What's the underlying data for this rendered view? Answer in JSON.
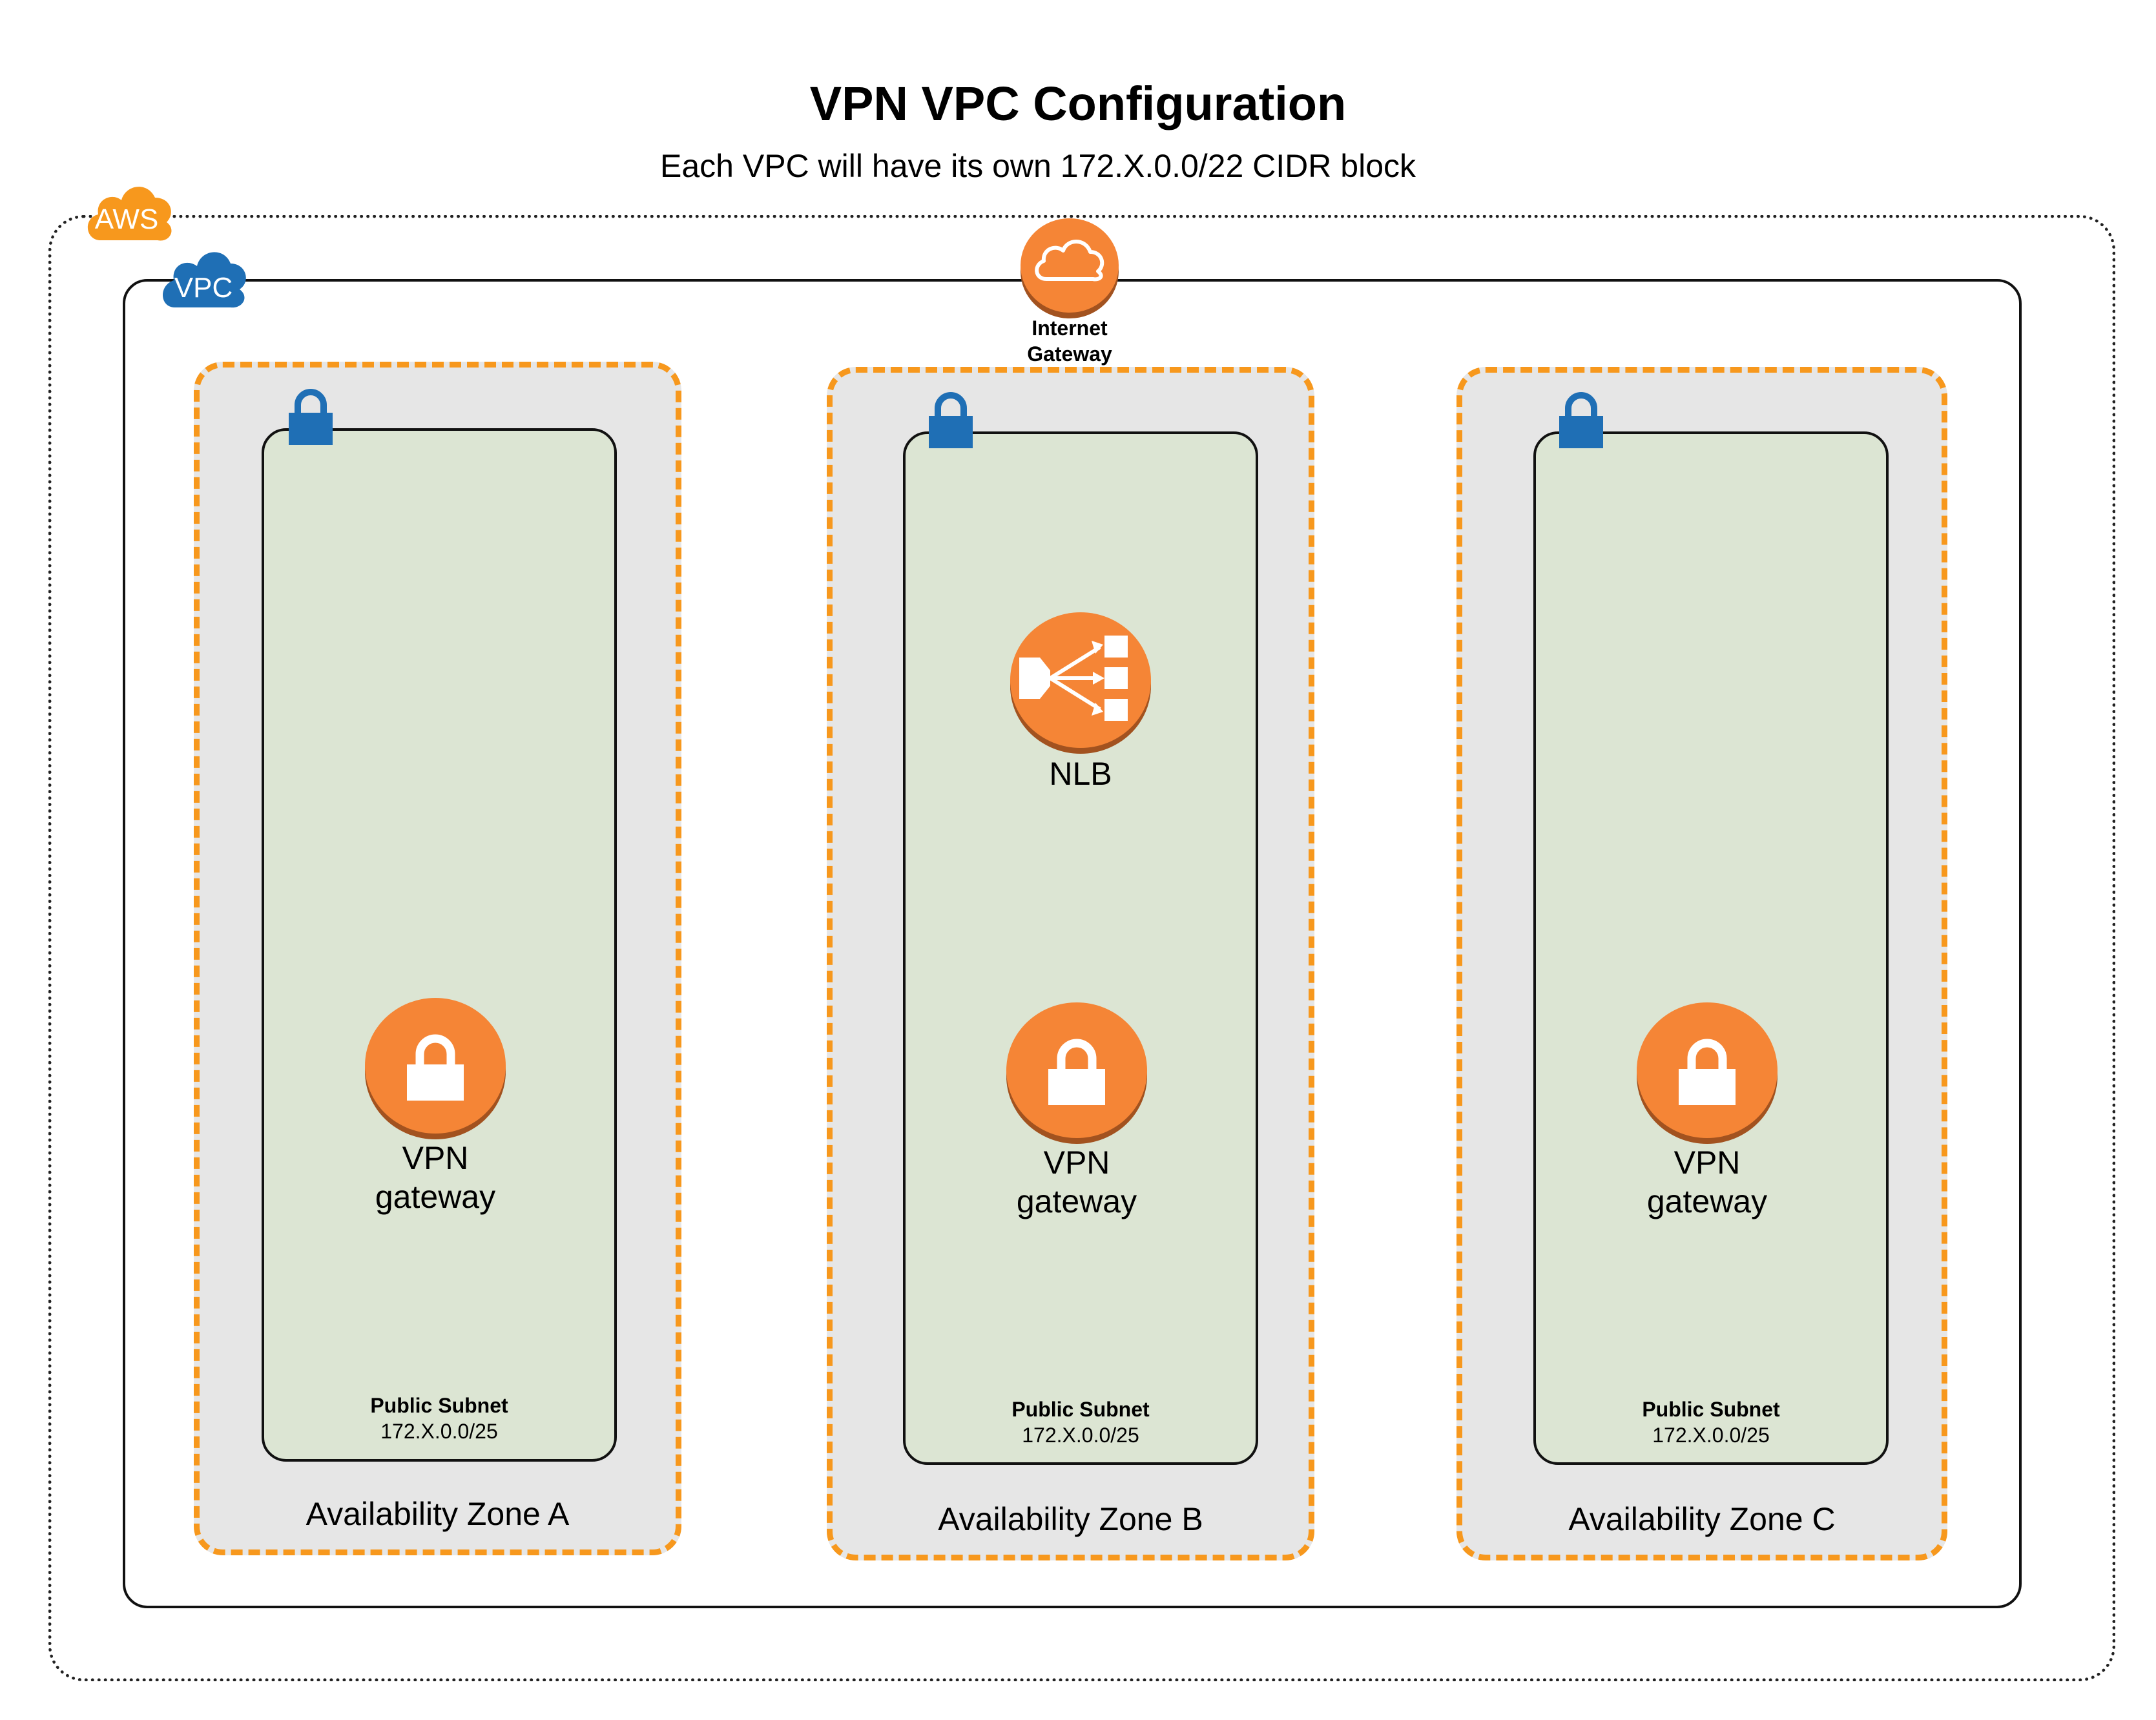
{
  "header": {
    "title": "VPN VPC Configuration",
    "subtitle": "Each VPC will have its own 172.X.0.0/22  CIDR block"
  },
  "aws": {
    "badge": "AWS"
  },
  "vpc": {
    "badge": "VPC"
  },
  "internet_gateway": {
    "label_line1": "Internet",
    "label_line2": "Gateway"
  },
  "zones": [
    {
      "label": "Availability Zone A",
      "subnet": {
        "name": "Public Subnet",
        "cidr": "172.X.0.0/25"
      },
      "vpn": {
        "line1": "VPN",
        "line2": "gateway"
      }
    },
    {
      "label": "Availability Zone B",
      "subnet": {
        "name": "Public Subnet",
        "cidr": "172.X.0.0/25"
      },
      "nlb": {
        "label": "NLB"
      },
      "vpn": {
        "line1": "VPN",
        "line2": "gateway"
      }
    },
    {
      "label": "Availability Zone C",
      "subnet": {
        "name": "Public Subnet",
        "cidr": "172.X.0.0/25"
      },
      "vpn": {
        "line1": "VPN",
        "line2": "gateway"
      }
    }
  ],
  "colors": {
    "aws_orange": "#f7981d",
    "vpc_blue": "#1f6fb5",
    "icon_orange": "#f58536",
    "subnet_green": "#dce5d3",
    "zone_gray": "#e6e6e6"
  }
}
